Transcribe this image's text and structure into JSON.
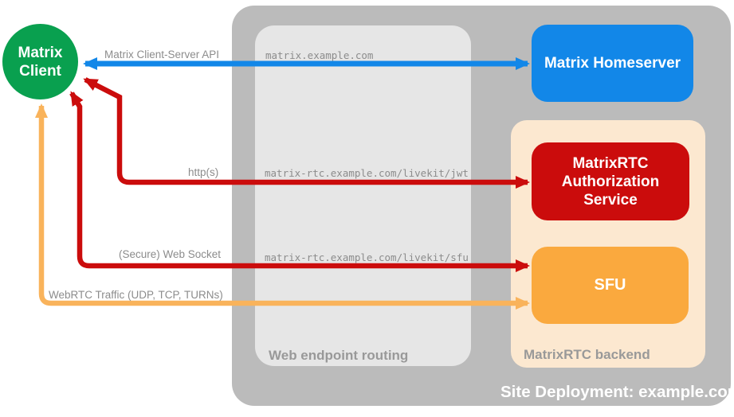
{
  "colors": {
    "green": "#09a04f",
    "blue": "#1287e8",
    "red": "#cb0c0c",
    "orange": "#faa93e",
    "orange_light": "#f9b35b",
    "peach": "#fce8d0",
    "gray_outer": "#bbbbbb",
    "gray_inner": "#e6e6e6",
    "text_gray": "#8c8c8c",
    "container_label_gray": "#999999"
  },
  "nodes": {
    "client": {
      "label": "Matrix Client"
    },
    "homeserver": {
      "label": "Matrix Homeserver"
    },
    "auth_service": {
      "label": "MatrixRTC Authorization Service"
    },
    "sfu": {
      "label": "SFU"
    }
  },
  "containers": {
    "site_deployment": {
      "label": "Site Deployment: example.com"
    },
    "web_endpoint_routing": {
      "label": "Web endpoint routing"
    },
    "matrixrtc_backend": {
      "label": "MatrixRTC backend"
    }
  },
  "connections": {
    "client_server_api": {
      "label": "Matrix Client-Server API",
      "route": "matrix.example.com"
    },
    "https": {
      "label": "http(s)",
      "route": "matrix-rtc.example.com/livekit/jwt"
    },
    "web_socket": {
      "label": "(Secure) Web Socket",
      "route": "matrix-rtc.example.com/livekit/sfu"
    },
    "webrtc": {
      "label": "WebRTC Traffic (UDP, TCP, TURNs)"
    }
  }
}
